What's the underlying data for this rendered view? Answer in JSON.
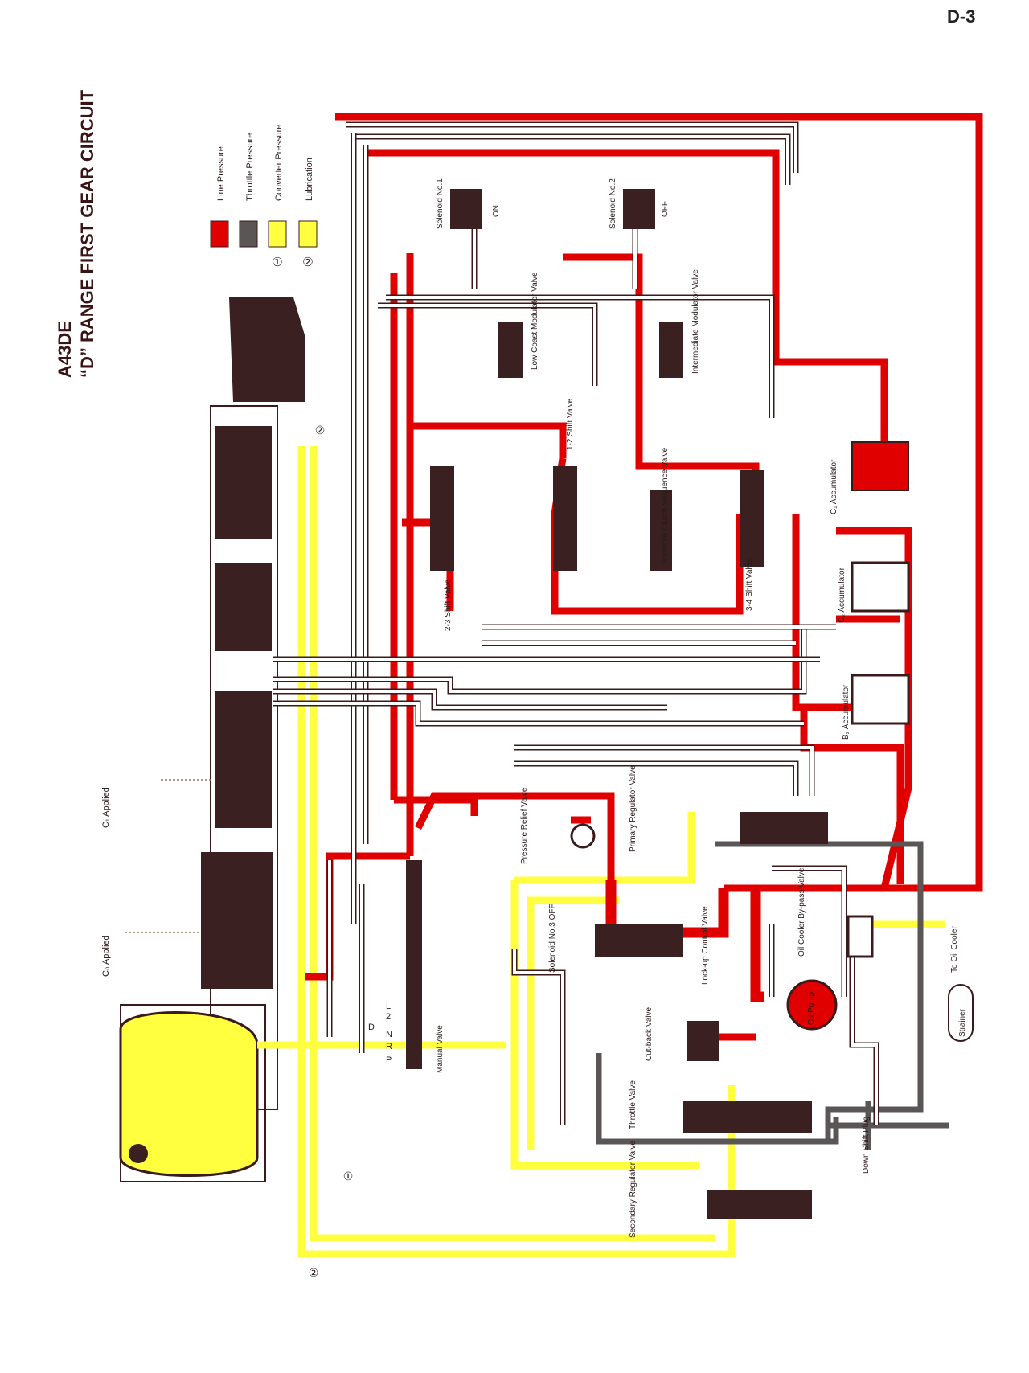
{
  "page": {
    "number": "D-3"
  },
  "title": {
    "model": "A43DE",
    "subtitle": "“D” RANGE FIRST GEAR CIRCUIT"
  },
  "legend": [
    {
      "label": "Line Pressure",
      "color": "#e00000",
      "marker": ""
    },
    {
      "label": "Throttle Pressure",
      "color": "#5a5656",
      "marker": ""
    },
    {
      "label": "Converter Pressure",
      "color": "#ffff40",
      "marker": "①"
    },
    {
      "label": "Lubrication",
      "color": "#ffff40",
      "marker": "②"
    }
  ],
  "colors": {
    "line": "#e00000",
    "throttle": "#5a5656",
    "converter": "#ffff40",
    "outline": "#3a1a1a",
    "body": "#3a2020"
  },
  "components": {
    "solenoid1": {
      "name": "Solenoid No.1",
      "state": "ON"
    },
    "solenoid2": {
      "name": "Solenoid No.2",
      "state": "OFF"
    },
    "solenoid3": {
      "name": "Solenoid No.3 OFF"
    },
    "low_coast": "Low Coast Modulator Valve",
    "intermediate": "Intermediate Modulator Valve",
    "shift12": "1-2 Shift Valve",
    "shift23": "2-3 Shift Valve",
    "shift34": "3-4 Shift Valve",
    "reverse_seq": "Reverse Clutch Sequence Valve",
    "c1_acc": "C₁ Accumulator",
    "c2_acc": "C₂ Accumulator",
    "b2_acc": "B₂ Accumulator",
    "pressure_relief": "Pressure Relief Valve",
    "primary_reg": "Primary Regulator Valve",
    "lockup": "Lock-up Control Valve",
    "cooler_bypass": "Oil Cooler By-pass Valve",
    "to_cooler": "To Oil Cooler",
    "oil_pump": "Oil Pump",
    "strainer": "Strainer",
    "cutback": "Cut-back Valve",
    "throttle_valve": "Throttle Valve",
    "downshift": "Down Shift Plug",
    "secondary_reg": "Secondary Regulator Valve",
    "manual_valve": "Manual Valve",
    "c1_applied": "C₁ Applied",
    "c0_applied": "C₀ Applied"
  },
  "manual_positions": [
    "P",
    "R",
    "N",
    "D",
    "2",
    "L"
  ],
  "circle_markers": {
    "one": "①",
    "two": "②"
  }
}
